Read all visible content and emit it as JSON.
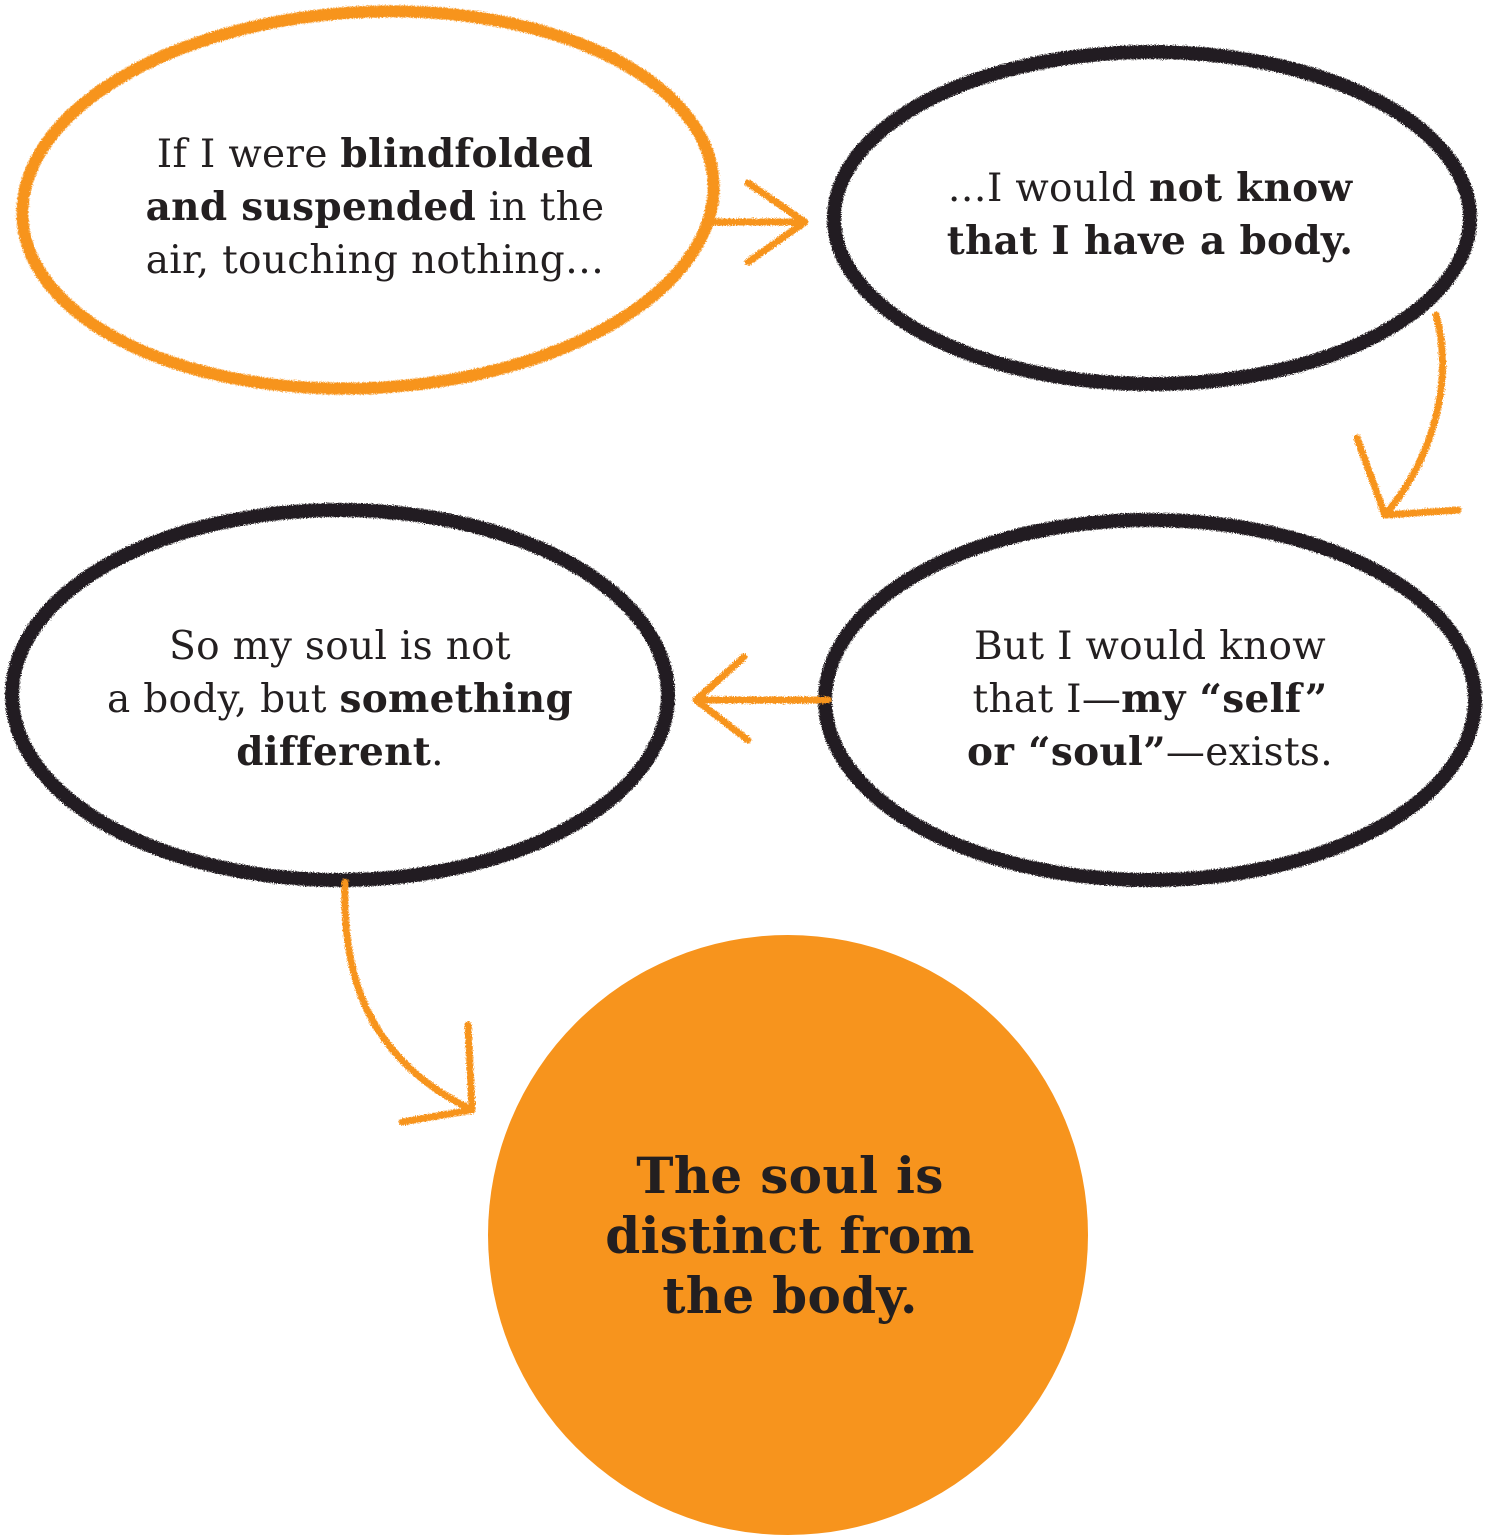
{
  "colors": {
    "orange": "#f7941d",
    "black": "#231f20",
    "background": "#ffffff"
  },
  "nodes": [
    {
      "id": "premise-blindfolded",
      "outline": "orange",
      "lines": [
        [
          {
            "t": "If I were ",
            "b": false
          },
          {
            "t": "blindfolded",
            "b": true
          }
        ],
        [
          {
            "t": "and suspended",
            "b": true
          },
          {
            "t": " in the",
            "b": false
          }
        ],
        [
          {
            "t": "air, touching nothing…",
            "b": false
          }
        ]
      ]
    },
    {
      "id": "no-body-knowledge",
      "outline": "black",
      "lines": [
        [
          {
            "t": "…I would ",
            "b": false
          },
          {
            "t": "not know",
            "b": true
          }
        ],
        [
          {
            "t": "that I have a body.",
            "b": true
          }
        ]
      ]
    },
    {
      "id": "self-exists",
      "outline": "black",
      "lines": [
        [
          {
            "t": "But I would know",
            "b": false
          }
        ],
        [
          {
            "t": "that I—",
            "b": false
          },
          {
            "t": "my “self”",
            "b": true
          }
        ],
        [
          {
            "t": "or “soul”",
            "b": true
          },
          {
            "t": "—exists.",
            "b": false
          }
        ]
      ]
    },
    {
      "id": "soul-different",
      "outline": "black",
      "lines": [
        [
          {
            "t": "So my soul is not",
            "b": false
          }
        ],
        [
          {
            "t": "a body, but ",
            "b": false
          },
          {
            "t": "something",
            "b": true
          }
        ],
        [
          {
            "t": "different",
            "b": true
          },
          {
            "t": ".",
            "b": false
          }
        ]
      ]
    },
    {
      "id": "conclusion",
      "outline": "filled-orange",
      "lines": [
        [
          {
            "t": "The soul is",
            "b": true
          }
        ],
        [
          {
            "t": "distinct from",
            "b": true
          }
        ],
        [
          {
            "t": "the body.",
            "b": true
          }
        ]
      ]
    }
  ],
  "arrows": [
    {
      "from": "premise-blindfolded",
      "to": "no-body-knowledge",
      "color": "orange"
    },
    {
      "from": "no-body-knowledge",
      "to": "self-exists",
      "color": "orange"
    },
    {
      "from": "self-exists",
      "to": "soul-different",
      "color": "orange"
    },
    {
      "from": "soul-different",
      "to": "conclusion",
      "color": "orange"
    }
  ]
}
